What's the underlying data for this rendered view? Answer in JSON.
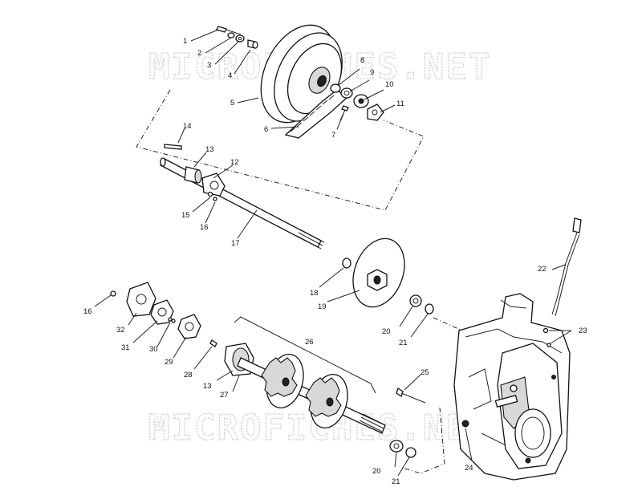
{
  "watermark": "MICROFICHES.NET",
  "callouts": [
    "1",
    "2",
    "3",
    "4",
    "5",
    "6",
    "7",
    "8",
    "9",
    "10",
    "11",
    "12",
    "13",
    "14",
    "15",
    "16",
    "17",
    "18",
    "19",
    "20",
    "21",
    "22",
    "23",
    "24",
    "25",
    "26",
    "27",
    "28",
    "29",
    "30",
    "31",
    "32"
  ],
  "colors": {
    "ink": "#111111",
    "watermark": "#c9c9c9",
    "background": "#ffffff"
  }
}
